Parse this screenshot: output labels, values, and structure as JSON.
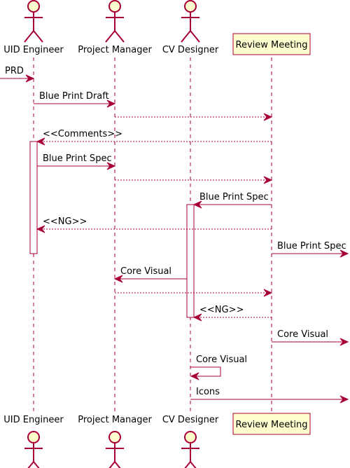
{
  "theme": {
    "line": "#A80036",
    "fill": "#FEFECE",
    "activation_fill": "#FFFFFF",
    "lifeline": "#A80036",
    "text": "#000000"
  },
  "participants": [
    {
      "id": "uid",
      "label": "UID Engineer",
      "kind": "actor",
      "icon": "stick-figure-icon"
    },
    {
      "id": "pm",
      "label": "Project Manager",
      "kind": "actor",
      "icon": "stick-figure-icon"
    },
    {
      "id": "cv",
      "label": "CV Designer",
      "kind": "actor",
      "icon": "stick-figure-icon"
    },
    {
      "id": "rm",
      "label": "Review Meeting",
      "kind": "participant"
    }
  ],
  "messages": [
    {
      "from": "external",
      "to": "uid",
      "label": "PRD",
      "style": "solid"
    },
    {
      "from": "uid",
      "to": "pm",
      "label": "Blue Print Draft",
      "style": "solid"
    },
    {
      "from": "pm",
      "to": "rm",
      "label": "",
      "style": "dashed"
    },
    {
      "from": "rm",
      "to": "uid",
      "label": "<<Comments>>",
      "style": "dashed"
    },
    {
      "from": "uid",
      "to": "pm",
      "label": "Blue Print Spec",
      "style": "solid"
    },
    {
      "from": "pm",
      "to": "rm",
      "label": "",
      "style": "dashed"
    },
    {
      "from": "rm",
      "to": "cv",
      "label": "Blue Print Spec",
      "style": "solid"
    },
    {
      "from": "rm",
      "to": "uid",
      "label": "<<NG>>",
      "style": "dashed"
    },
    {
      "from": "rm",
      "to": "external-right",
      "label": "Blue Print Spec",
      "style": "solid"
    },
    {
      "from": "cv",
      "to": "pm",
      "label": "Core Visual",
      "style": "solid"
    },
    {
      "from": "pm",
      "to": "rm",
      "label": "",
      "style": "dashed"
    },
    {
      "from": "rm",
      "to": "cv",
      "label": "<<NG>>",
      "style": "dashed"
    },
    {
      "from": "rm",
      "to": "external-right",
      "label": "Core Visual",
      "style": "solid"
    },
    {
      "from": "cv",
      "to": "cv",
      "label": "Core Visual",
      "style": "solid"
    },
    {
      "from": "cv",
      "to": "external-right",
      "label": "Icons",
      "style": "solid"
    }
  ]
}
